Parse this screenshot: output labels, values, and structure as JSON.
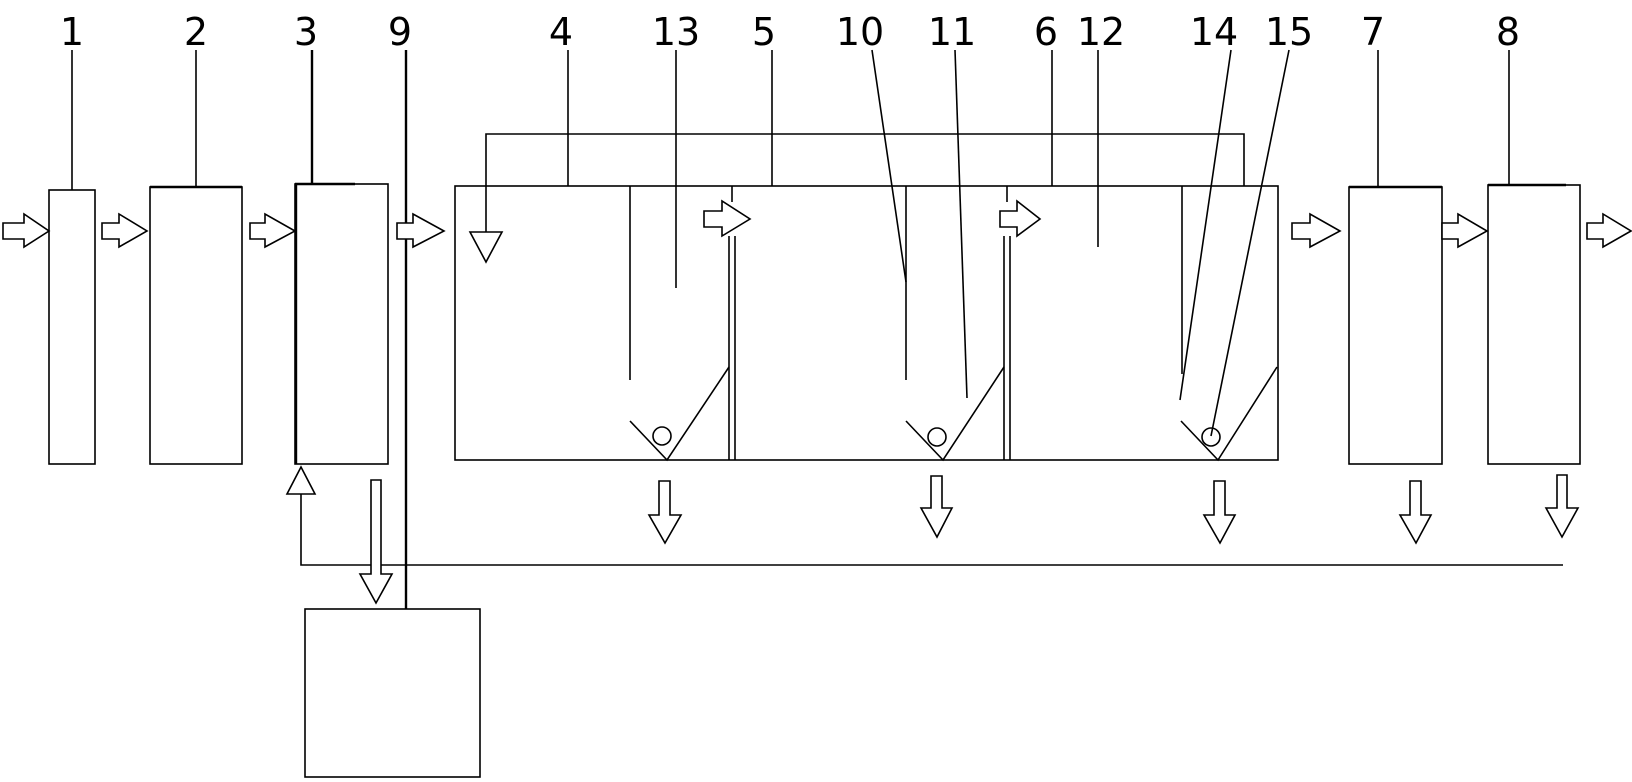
{
  "labels": {
    "l1": "1",
    "l2": "2",
    "l3": "3",
    "l9": "9",
    "l4": "4",
    "l13": "13",
    "l5": "5",
    "l10": "10",
    "l11": "11",
    "l6": "6",
    "l12": "12",
    "l14": "14",
    "l15": "15",
    "l7": "7",
    "l8": "8"
  },
  "colors": {
    "line": "#000000",
    "background": "#ffffff"
  }
}
